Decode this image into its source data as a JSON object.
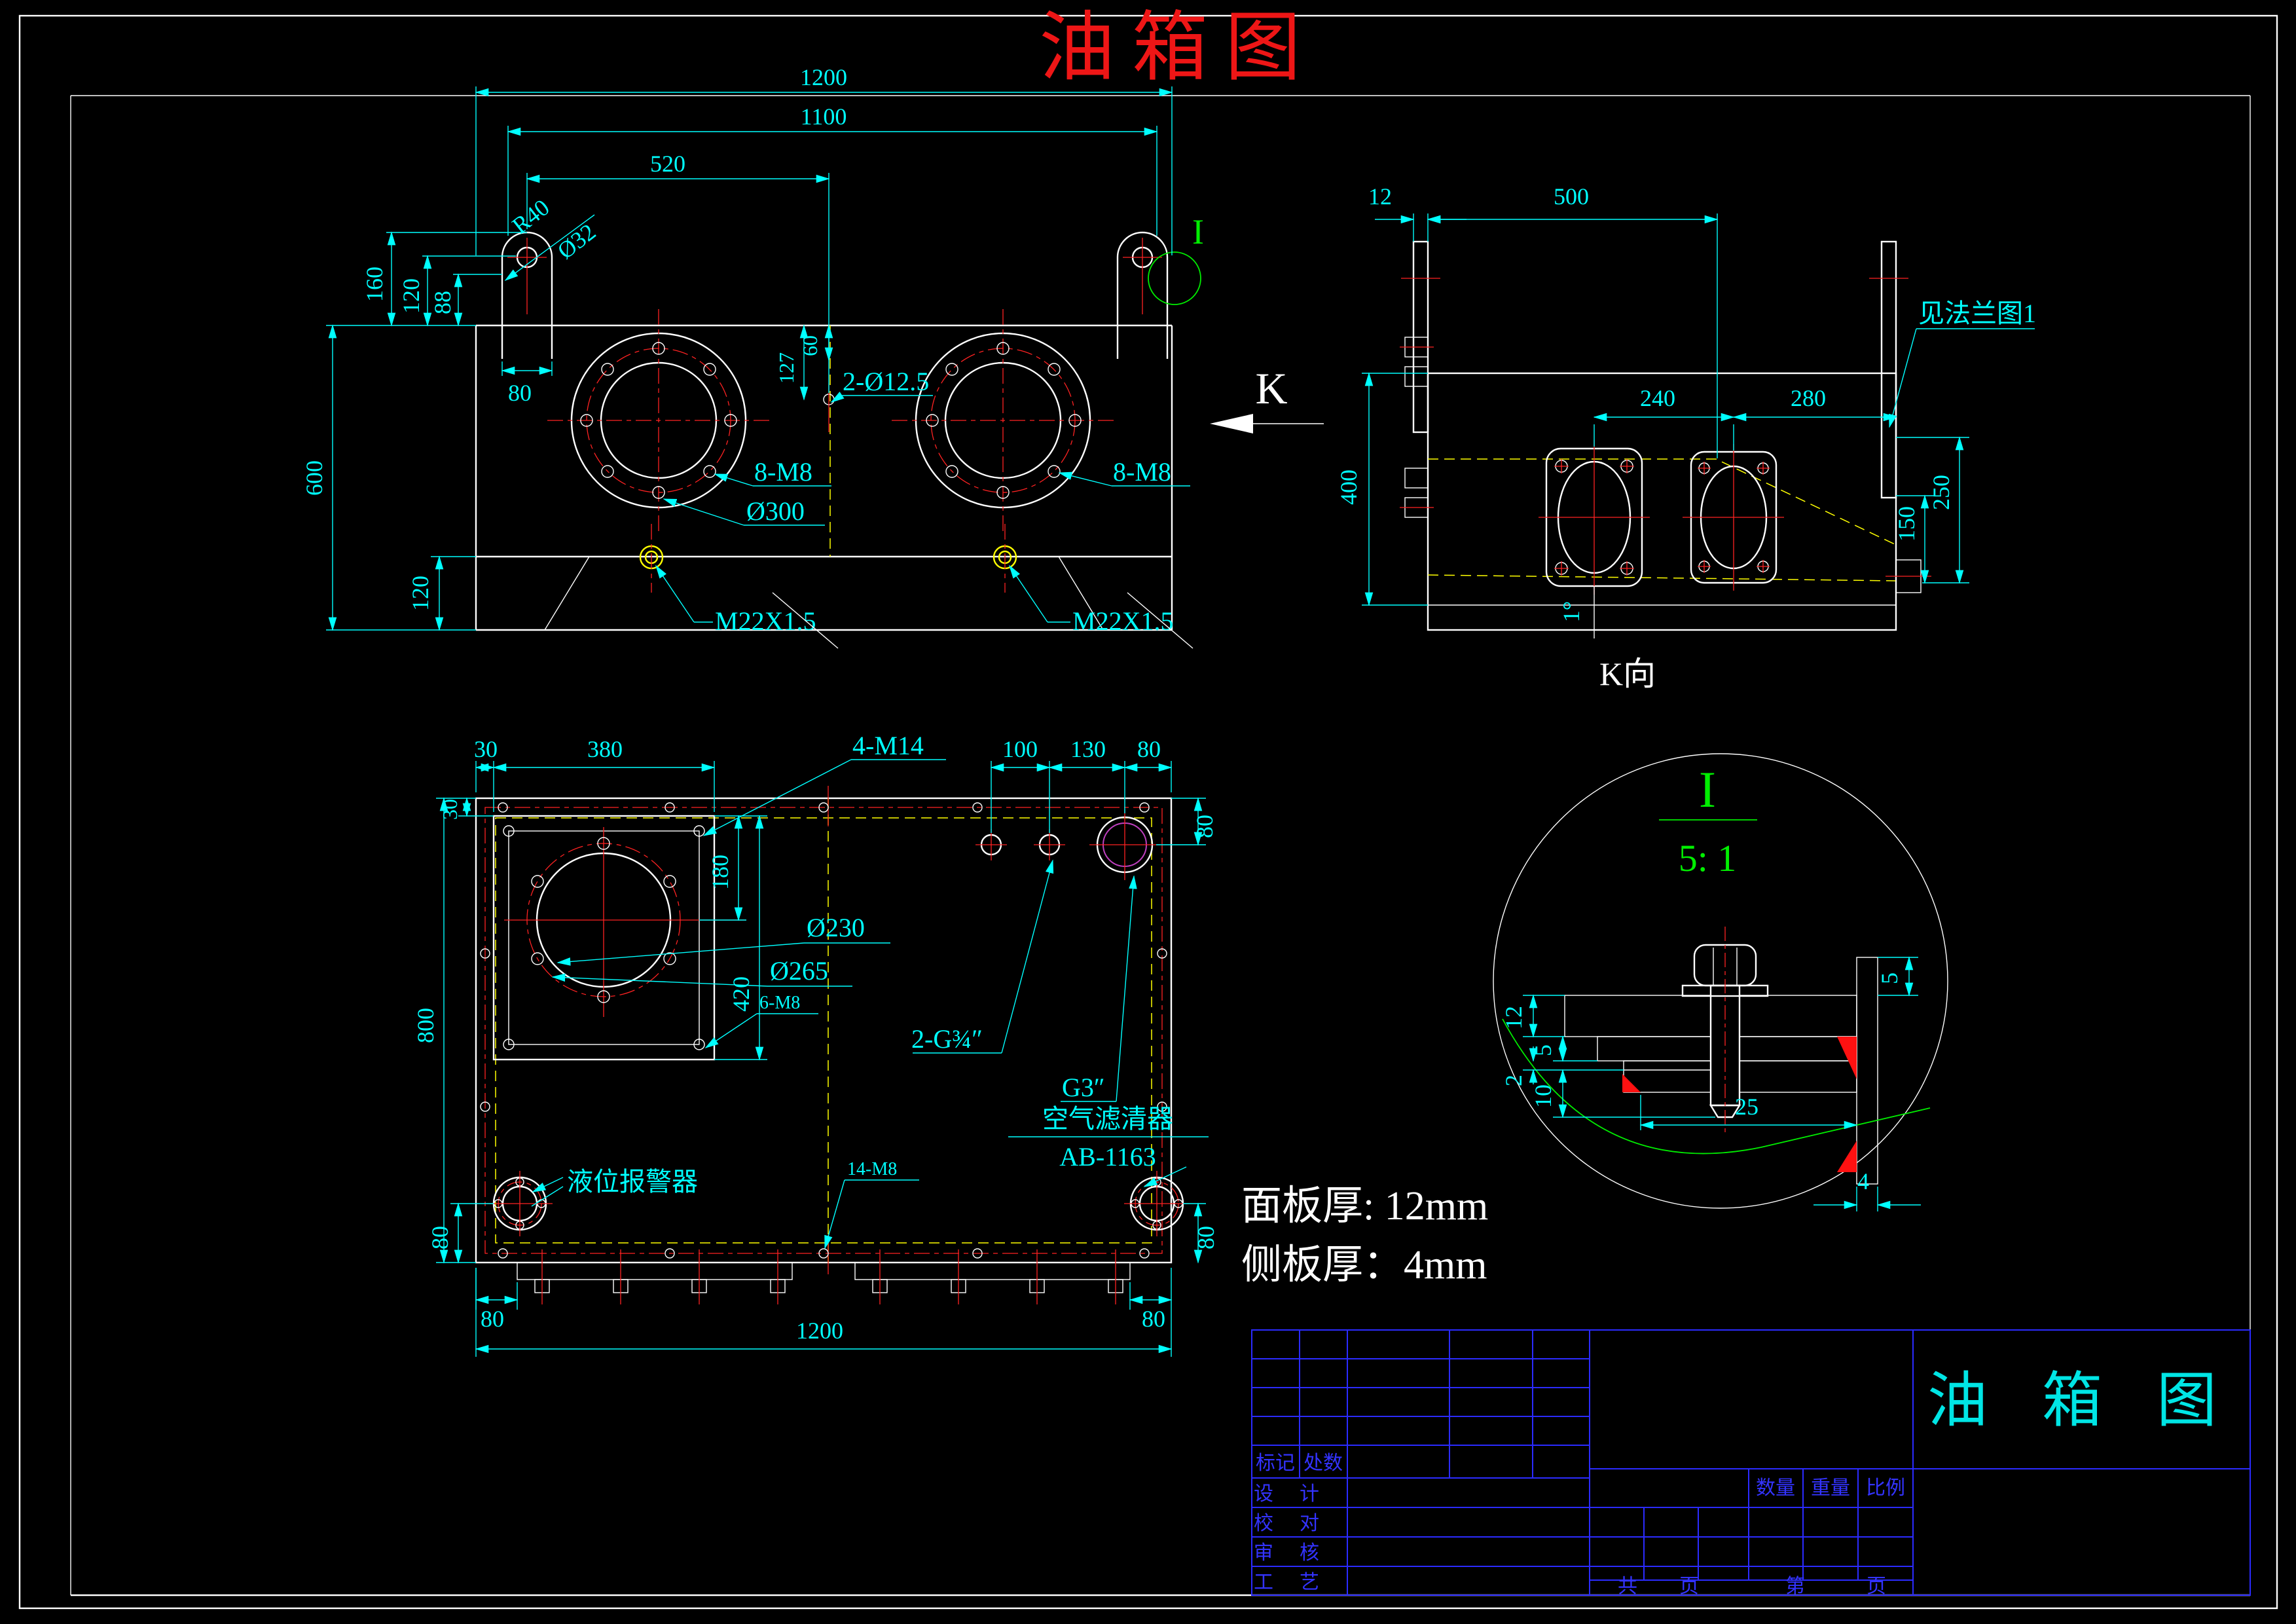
{
  "drawing_title_top": "油箱图",
  "colors": {
    "background": "#000000",
    "geometry": "#ffffff",
    "dimensions": "#00ffff",
    "centerlines": "#ff2222",
    "hidden_lines": "#ffff00",
    "detail_marker": "#00ee00",
    "title_block_lines": "#2b2bff",
    "top_title": "#ee1616"
  },
  "front_view": {
    "d1200": "1200",
    "d1100": "1100",
    "d520": "520",
    "r40": "R40",
    "o32": "Ø32",
    "d160": "160",
    "d120": "120",
    "d88": "88",
    "d80": "80",
    "d600": "600",
    "d120b": "120",
    "d60": "60",
    "d127": "127",
    "holes2": "2-Ø12.5",
    "m8": "8-M8",
    "o300": "Ø300",
    "m22": "M22X1.5",
    "detail_ref": "I"
  },
  "k_view": {
    "d12": "12",
    "d500": "500",
    "flange_note": "见法兰图1",
    "d240": "240",
    "d280": "280",
    "d400": "400",
    "d150": "150",
    "d250": "250",
    "d1deg": "1°",
    "arrow_label": "K",
    "view_label": "K向"
  },
  "plan_view": {
    "d30": "30",
    "d380": "380",
    "m14": "4-M14",
    "d100": "100",
    "d130": "130",
    "d80": "80",
    "d30b": "30",
    "d180": "180",
    "d420": "420",
    "d800": "800",
    "g34": "2-G¾″",
    "g3": "G3″",
    "m8_6": "6-M8",
    "o230": "Ø230",
    "o265": "Ø265",
    "alarm": "液位报警器",
    "m8_14": "14-M8",
    "filter_line1": "空气滤清器",
    "filter_line2": "AB-1163",
    "d1200": "1200"
  },
  "detail_view": {
    "marker": "I",
    "scale": "5: 1",
    "d5_top": "5",
    "d12": "12",
    "d5": "5",
    "d2": "2",
    "d10": "10",
    "d25": "25",
    "d4": "4"
  },
  "notes": {
    "panel_thickness": "面板厚: 12mm",
    "side_thickness": "侧板厚：4mm"
  },
  "title_block": {
    "mark": "标记",
    "count": "处数",
    "design": "设计",
    "check": "校对",
    "audit": "审核",
    "process": "工艺",
    "qty": "数量",
    "weight": "重量",
    "scale_label": "比例",
    "total": "共",
    "page": "页",
    "no": "第",
    "title": "油 箱 图"
  }
}
